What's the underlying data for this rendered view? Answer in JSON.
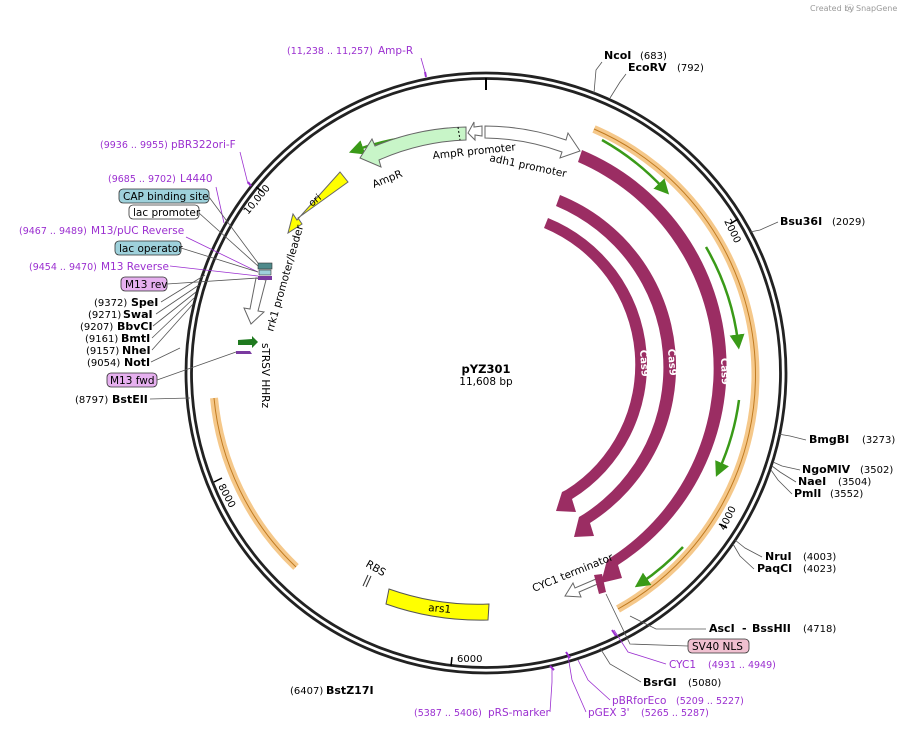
{
  "credit": {
    "created_by": "Created by",
    "brand": "SnapGene"
  },
  "plasmid": {
    "name": "pYZ301",
    "size": "11,608 bp"
  },
  "ticks": [
    "2000",
    "4000",
    "6000",
    "8000",
    "10,000"
  ],
  "features": {
    "amp_promoter": "AmpR promoter",
    "adh1": "adh1 promoter",
    "ampr": "AmpR",
    "ori": "ori",
    "rrk1": "rrk1 promoter/leader",
    "strsv": "sTRSV HHRz",
    "cas9": "Cas9",
    "cyc1": "CYC1 terminator",
    "rbs": "RBS",
    "ars1": "ars1"
  },
  "boxes": {
    "cap": "CAP binding site",
    "lac_promoter": "lac promoter",
    "lac_operator": "lac operator",
    "m13rev": "M13 rev",
    "m13fwd": "M13 fwd",
    "sv40": "SV40 NLS"
  },
  "primers": {
    "ampr": {
      "pos": "(11,238 .. 11,257)",
      "name": "Amp-R"
    },
    "pbr322": {
      "pos": "(9936 .. 9955)",
      "name": "pBR322ori-F"
    },
    "l4440": {
      "pos": "(9685 .. 9702)",
      "name": "L4440"
    },
    "m13puc": {
      "pos": "(9467 .. 9489)",
      "name": "M13/pUC Reverse"
    },
    "m13r": {
      "pos": "(9454 .. 9470)",
      "name": "M13 Reverse"
    },
    "cyc1": {
      "name": "CYC1",
      "pos": "(4931 .. 4949)"
    },
    "pbrforeco": {
      "name": "pBRforEco",
      "pos": "(5209 .. 5227)"
    },
    "pgex": {
      "name": "pGEX 3'",
      "pos": "(5265 .. 5287)"
    },
    "prs": {
      "pos": "(5387 .. 5406)",
      "name": "pRS-marker"
    }
  },
  "sites": {
    "ncoi": {
      "name": "NcoI",
      "pos": "(683)"
    },
    "ecorv": {
      "name": "EcoRV",
      "pos": "(792)"
    },
    "bsu36i": {
      "name": "Bsu36I",
      "pos": "(2029)"
    },
    "bmgbi": {
      "name": "BmgBI",
      "pos": "(3273)"
    },
    "ngomiv": {
      "name": "NgoMIV",
      "pos": "(3502)"
    },
    "naei": {
      "name": "NaeI",
      "pos": "(3504)"
    },
    "pmli": {
      "name": "PmlI",
      "pos": "(3552)"
    },
    "nrui": {
      "name": "NruI",
      "pos": "(4003)"
    },
    "paqci": {
      "name": "PaqCI",
      "pos": "(4023)"
    },
    "asci": {
      "name": "AscI",
      "name2": "BssHII",
      "pos": "(4718)"
    },
    "bsrgi": {
      "name": "BsrGI",
      "pos": "(5080)"
    },
    "bstz17i": {
      "pos": "(6407)",
      "name": "BstZ17I"
    },
    "bsteii": {
      "pos": "(8797)",
      "name": "BstEII"
    },
    "spei": {
      "pos": "(9372)",
      "name": "SpeI"
    },
    "swai": {
      "pos": "(9271)",
      "name": "SwaI"
    },
    "bbvci": {
      "pos": "(9207)",
      "name": "BbvCI"
    },
    "bmti": {
      "pos": "(9161)",
      "name": "BmtI"
    },
    "nhei": {
      "pos": "(9157)",
      "name": "NheI"
    },
    "noti": {
      "pos": "(9054)",
      "name": "NotI"
    }
  },
  "colors": {
    "cas9": "#9b2d63",
    "ori": "#ffff00",
    "ampr": "#c8f5c8",
    "box_teal": "#9ed1db",
    "box_violet": "#e6b0ef",
    "box_pink": "#f0c0d0",
    "primer": "#9b2fd0",
    "orange_band": "#f5c88a",
    "green_arrow": "#3a9a18"
  }
}
